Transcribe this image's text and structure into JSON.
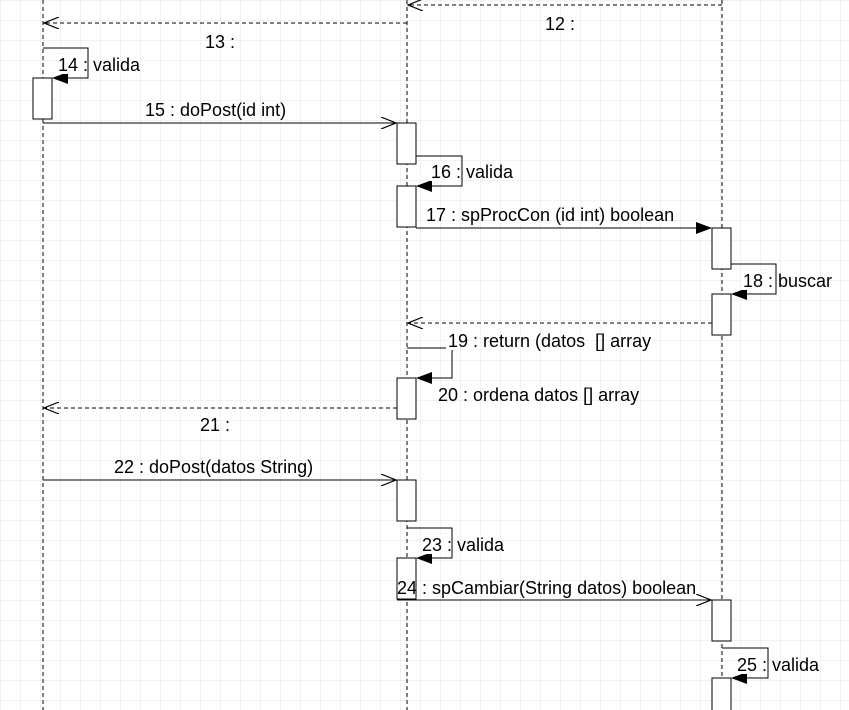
{
  "diagram": {
    "grid_color": "#e6e6e6",
    "line_color": "#000000",
    "messages": {
      "m12": "12 :",
      "m13": "13 :",
      "m14": "14 : valida",
      "m15": "15 : doPost(id int)",
      "m16": "16 : valida",
      "m17": "17 : spProcCon (id int) boolean",
      "m18": "18 : buscar",
      "m19": "19 : return (datos  [] array",
      "m20": "20 : ordena datos [] array",
      "m21": "21 :",
      "m22": "22 : doPost(datos String)",
      "m23": "23 : valida",
      "m24": "24 : spCambiar(String datos) boolean",
      "m25": "25 : valida"
    }
  }
}
